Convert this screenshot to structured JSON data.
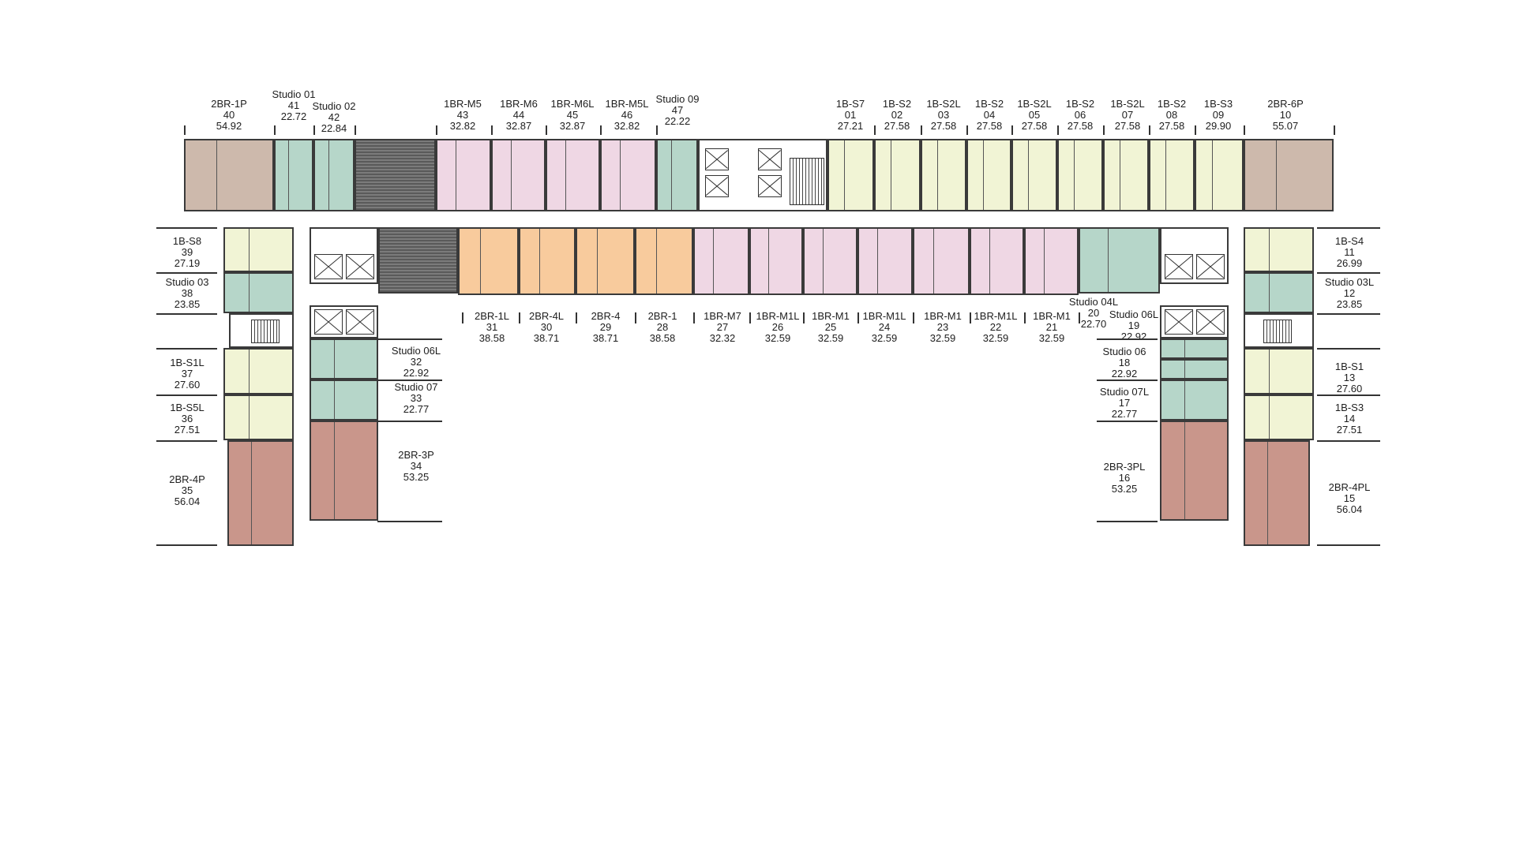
{
  "colors": {
    "studio": "#b6d6c9",
    "1b_s": "#f1f4d5",
    "1br_m": "#efd7e4",
    "2br_mid": "#f8cb9d",
    "2br_p_top": "#cdb9ac",
    "2br_p_wing": "#c9968b"
  },
  "units": [
    {
      "type": "2BR-1P",
      "no": "40",
      "area": "54.92",
      "color": "2br_p_top"
    },
    {
      "type": "Studio 01",
      "no": "41",
      "area": "22.72",
      "color": "studio"
    },
    {
      "type": "Studio 02",
      "no": "42",
      "area": "22.84",
      "color": "studio"
    },
    {
      "type": "1BR-M5",
      "no": "43",
      "area": "32.82",
      "color": "1br_m"
    },
    {
      "type": "1BR-M6",
      "no": "44",
      "area": "32.87",
      "color": "1br_m"
    },
    {
      "type": "1BR-M6L",
      "no": "45",
      "area": "32.87",
      "color": "1br_m"
    },
    {
      "type": "1BR-M5L",
      "no": "46",
      "area": "32.82",
      "color": "1br_m"
    },
    {
      "type": "Studio 09",
      "no": "47",
      "area": "22.22",
      "color": "studio"
    },
    {
      "type": "1B-S7",
      "no": "01",
      "area": "27.21",
      "color": "1b_s"
    },
    {
      "type": "1B-S2",
      "no": "02",
      "area": "27.58",
      "color": "1b_s"
    },
    {
      "type": "1B-S2L",
      "no": "03",
      "area": "27.58",
      "color": "1b_s"
    },
    {
      "type": "1B-S2",
      "no": "04",
      "area": "27.58",
      "color": "1b_s"
    },
    {
      "type": "1B-S2L",
      "no": "05",
      "area": "27.58",
      "color": "1b_s"
    },
    {
      "type": "1B-S2",
      "no": "06",
      "area": "27.58",
      "color": "1b_s"
    },
    {
      "type": "1B-S2L",
      "no": "07",
      "area": "27.58",
      "color": "1b_s"
    },
    {
      "type": "1B-S2",
      "no": "08",
      "area": "27.58",
      "color": "1b_s"
    },
    {
      "type": "1B-S3",
      "no": "09",
      "area": "29.90",
      "color": "1b_s"
    },
    {
      "type": "2BR-6P",
      "no": "10",
      "area": "55.07",
      "color": "2br_p_top"
    },
    {
      "type": "1B-S4",
      "no": "11",
      "area": "26.99",
      "color": "1b_s"
    },
    {
      "type": "Studio 03L",
      "no": "12",
      "area": "23.85",
      "color": "studio"
    },
    {
      "type": "1B-S1",
      "no": "13",
      "area": "27.60",
      "color": "1b_s"
    },
    {
      "type": "1B-S3",
      "no": "14",
      "area": "27.51",
      "color": "1b_s"
    },
    {
      "type": "2BR-4PL",
      "no": "15",
      "area": "56.04",
      "color": "2br_p_wing"
    },
    {
      "type": "2BR-3PL",
      "no": "16",
      "area": "53.25",
      "color": "2br_p_wing"
    },
    {
      "type": "Studio 07L",
      "no": "17",
      "area": "22.77",
      "color": "studio"
    },
    {
      "type": "Studio 06",
      "no": "18",
      "area": "22.92",
      "color": "studio"
    },
    {
      "type": "Studio 06L",
      "no": "19",
      "area": "22.92",
      "color": "studio"
    },
    {
      "type": "Studio 04L",
      "no": "20",
      "area": "22.70",
      "color": "studio"
    },
    {
      "type": "1BR-M1",
      "no": "21",
      "area": "32.59",
      "color": "1br_m"
    },
    {
      "type": "1BR-M1L",
      "no": "22",
      "area": "32.59",
      "color": "1br_m"
    },
    {
      "type": "1BR-M1",
      "no": "23",
      "area": "32.59",
      "color": "1br_m"
    },
    {
      "type": "1BR-M1L",
      "no": "24",
      "area": "32.59",
      "color": "1br_m"
    },
    {
      "type": "1BR-M1",
      "no": "25",
      "area": "32.59",
      "color": "1br_m"
    },
    {
      "type": "1BR-M1L",
      "no": "26",
      "area": "32.59",
      "color": "1br_m"
    },
    {
      "type": "1BR-M7",
      "no": "27",
      "area": "32.32",
      "color": "1br_m"
    },
    {
      "type": "2BR-1",
      "no": "28",
      "area": "38.58",
      "color": "2br_mid"
    },
    {
      "type": "2BR-4",
      "no": "29",
      "area": "38.71",
      "color": "2br_mid"
    },
    {
      "type": "2BR-4L",
      "no": "30",
      "area": "38.71",
      "color": "2br_mid"
    },
    {
      "type": "2BR-1L",
      "no": "31",
      "area": "38.58",
      "color": "2br_mid"
    },
    {
      "type": "Studio 06L",
      "no": "32",
      "area": "22.92",
      "color": "studio"
    },
    {
      "type": "Studio 07",
      "no": "33",
      "area": "22.77",
      "color": "studio"
    },
    {
      "type": "2BR-3P",
      "no": "34",
      "area": "53.25",
      "color": "2br_p_wing"
    },
    {
      "type": "2BR-4P",
      "no": "35",
      "area": "56.04",
      "color": "2br_p_wing"
    },
    {
      "type": "1B-S5L",
      "no": "36",
      "area": "27.51",
      "color": "1b_s"
    },
    {
      "type": "1B-S1L",
      "no": "37",
      "area": "27.60",
      "color": "1b_s"
    },
    {
      "type": "Studio 03",
      "no": "38",
      "area": "23.85",
      "color": "studio"
    },
    {
      "type": "1B-S8",
      "no": "39",
      "area": "27.19",
      "color": "1b_s"
    }
  ]
}
